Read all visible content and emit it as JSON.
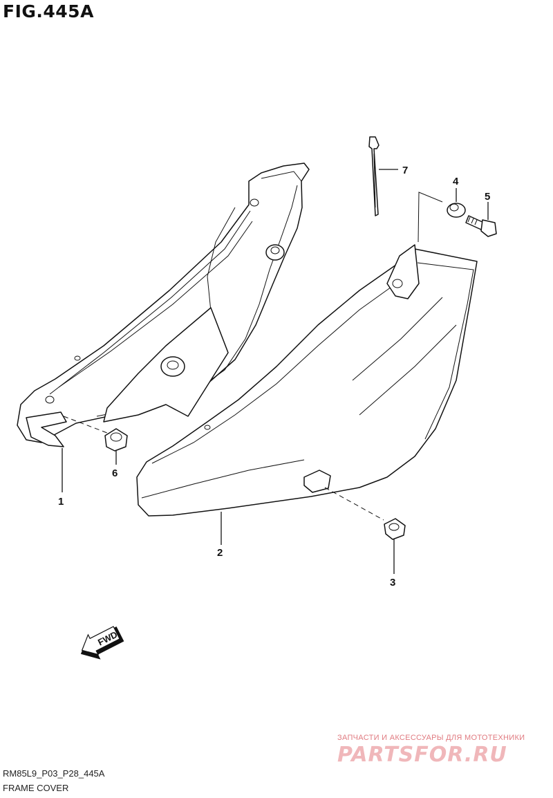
{
  "figure": {
    "title": "FIG.445A",
    "code": "RM85L9_P03_P28_445A",
    "name": "FRAME COVER"
  },
  "callouts": [
    {
      "id": "1",
      "label": "1"
    },
    {
      "id": "2",
      "label": "2"
    },
    {
      "id": "3",
      "label": "3"
    },
    {
      "id": "4",
      "label": "4"
    },
    {
      "id": "5",
      "label": "5"
    },
    {
      "id": "6",
      "label": "6"
    },
    {
      "id": "7",
      "label": "7"
    }
  ],
  "fwd_arrow": {
    "label": "FWD"
  },
  "watermark": {
    "tagline": "ЗАПЧАСТИ И АКСЕССУАРЫ ДЛЯ МОТОТЕХНИКИ",
    "brand": "PARTSFOR.RU"
  }
}
